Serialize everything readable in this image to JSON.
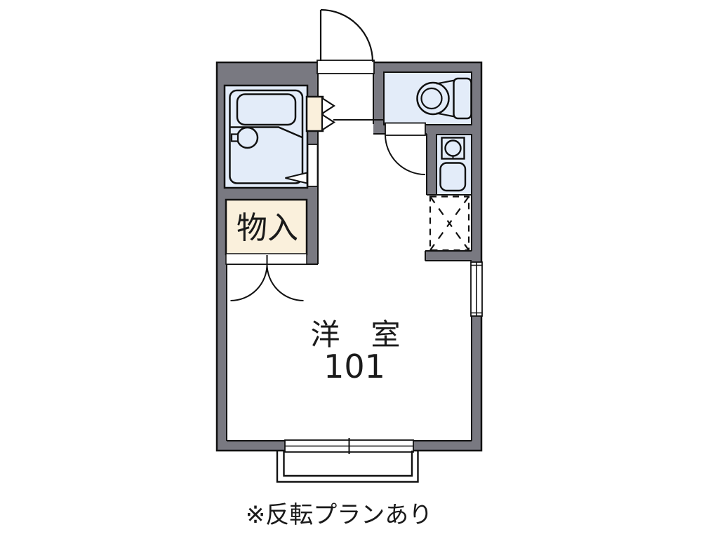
{
  "floor_plan": {
    "room": {
      "label": "洋　室",
      "number": "101"
    },
    "closet": {
      "label": "物入"
    },
    "caption": "※反転プランあり",
    "colors": {
      "wall_gray": "#797981",
      "fixture_blue": "#e3ecf9",
      "closet_cream": "#faf0dc",
      "line_black": "#111111",
      "background": "#ffffff"
    }
  }
}
